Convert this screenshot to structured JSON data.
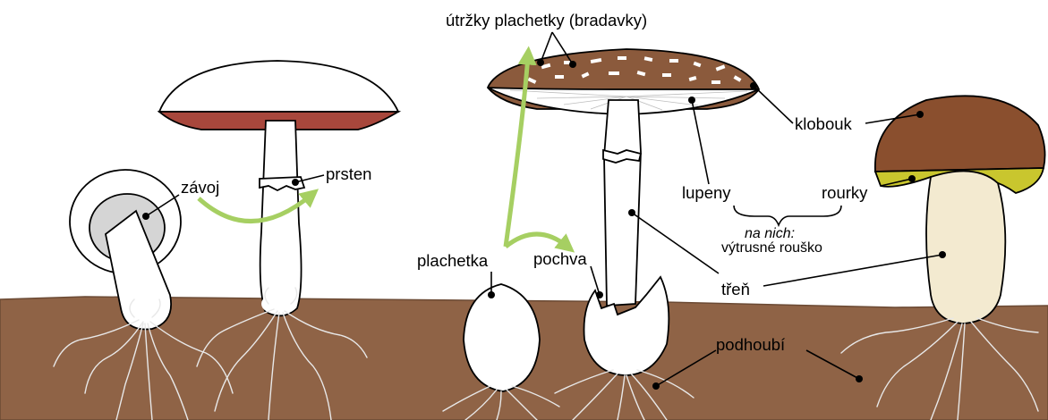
{
  "labels": {
    "zavoj": "závoj",
    "prsten": "prsten",
    "utrzky": "útržky plachetky (bradavky)",
    "klobouk": "klobouk",
    "lupeny": "lupeny",
    "rourky": "rourky",
    "na_nich": "na nich:",
    "vytrusne_rousko": "výtrusné rouško",
    "plachetka": "plachetka",
    "pochva": "pochva",
    "tren": "třeň",
    "podhoubi": "podhoubí"
  },
  "colors": {
    "soil": "#8f6346",
    "gills_red": "#a8473c",
    "cap_brown": "#8b5a3c",
    "cap_bolete": "#8a4f2e",
    "tubes_yellow": "#c9c62e",
    "stem_cream": "#f3ead0",
    "arrow_green": "#a6cf62",
    "veil_grey": "#d5d5d5"
  }
}
